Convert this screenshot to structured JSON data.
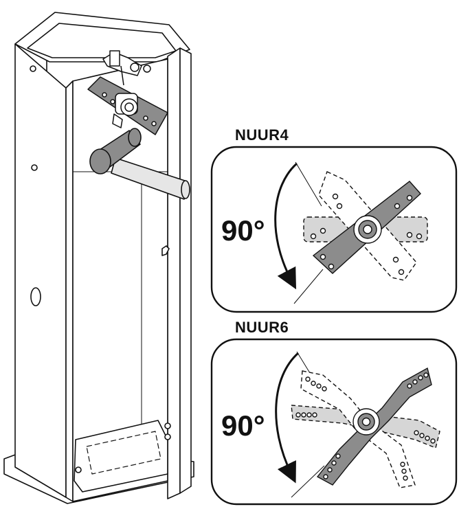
{
  "diagram": {
    "panels": [
      {
        "model": "NUUR4",
        "angle": "90°"
      },
      {
        "model": "NUUR6",
        "angle": "90°"
      }
    ]
  },
  "colors": {
    "stroke": "#111111",
    "bar_fill": "#8c8c8c",
    "ghost_fill": "#d6d6d6",
    "cabinet_fill": "#ffffff",
    "handle_fill": "#e6e6e6"
  }
}
